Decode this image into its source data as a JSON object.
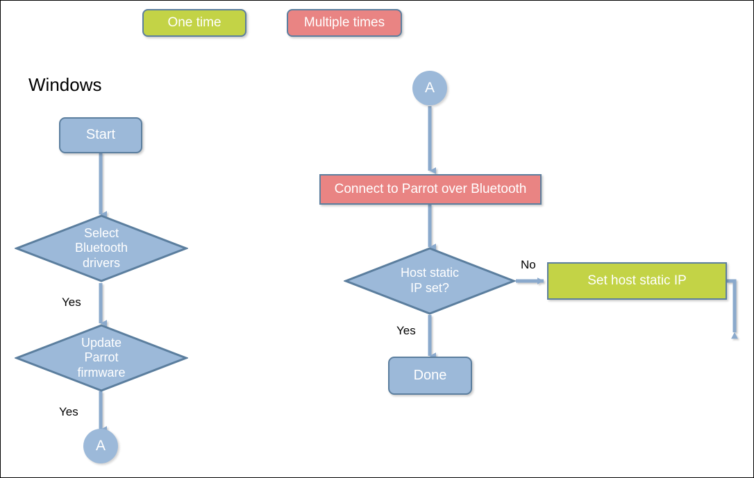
{
  "diagram": {
    "type": "flowchart",
    "title_visible": "Windows",
    "legend": [
      {
        "label": "One time",
        "color": "#c3d346",
        "meaning": "one-time-step"
      },
      {
        "label": "Multiple times",
        "color": "#e98483",
        "meaning": "repeated-step"
      }
    ],
    "section": {
      "windows_label": "Windows"
    },
    "nodes": {
      "start": {
        "label": "Start",
        "shape": "rounded-rect",
        "color": "#9cb9d9"
      },
      "select_bluetooth": {
        "label": "Select\nBluetooth\ndrivers",
        "shape": "diamond",
        "color": "#9cb9d9"
      },
      "update_firmware": {
        "label": "Update\nParrot\nfirmware",
        "shape": "diamond",
        "color": "#9cb9d9"
      },
      "connector_a_bottom": {
        "label": "A",
        "shape": "circle",
        "color": "#9cb9d9"
      },
      "connector_a_top": {
        "label": "A",
        "shape": "circle",
        "color": "#9cb9d9"
      },
      "connect_bluetooth": {
        "label": "Connect to Parrot over Bluetooth",
        "shape": "rect",
        "color": "#e98483"
      },
      "host_static_ip": {
        "label": "Host static\nIP set?",
        "shape": "diamond",
        "color": "#9cb9d9"
      },
      "set_host_static_ip": {
        "label": "Set host static IP",
        "shape": "rect",
        "color": "#c3d346"
      },
      "done": {
        "label": "Done",
        "shape": "rounded-rect",
        "color": "#9cb9d9"
      }
    },
    "edge_labels": {
      "select_bluetooth_yes": "Yes",
      "update_firmware_yes": "Yes",
      "host_static_ip_no": "No",
      "host_static_ip_yes": "Yes"
    },
    "colors": {
      "shape_border": "#5b7e9e",
      "connector": "#9cb9d9",
      "connector_stroke": "#8aa9cc",
      "text_on_shape": "#ffffff",
      "text_label": "#000000",
      "background": "#ffffff",
      "page_border": "#000000"
    }
  }
}
